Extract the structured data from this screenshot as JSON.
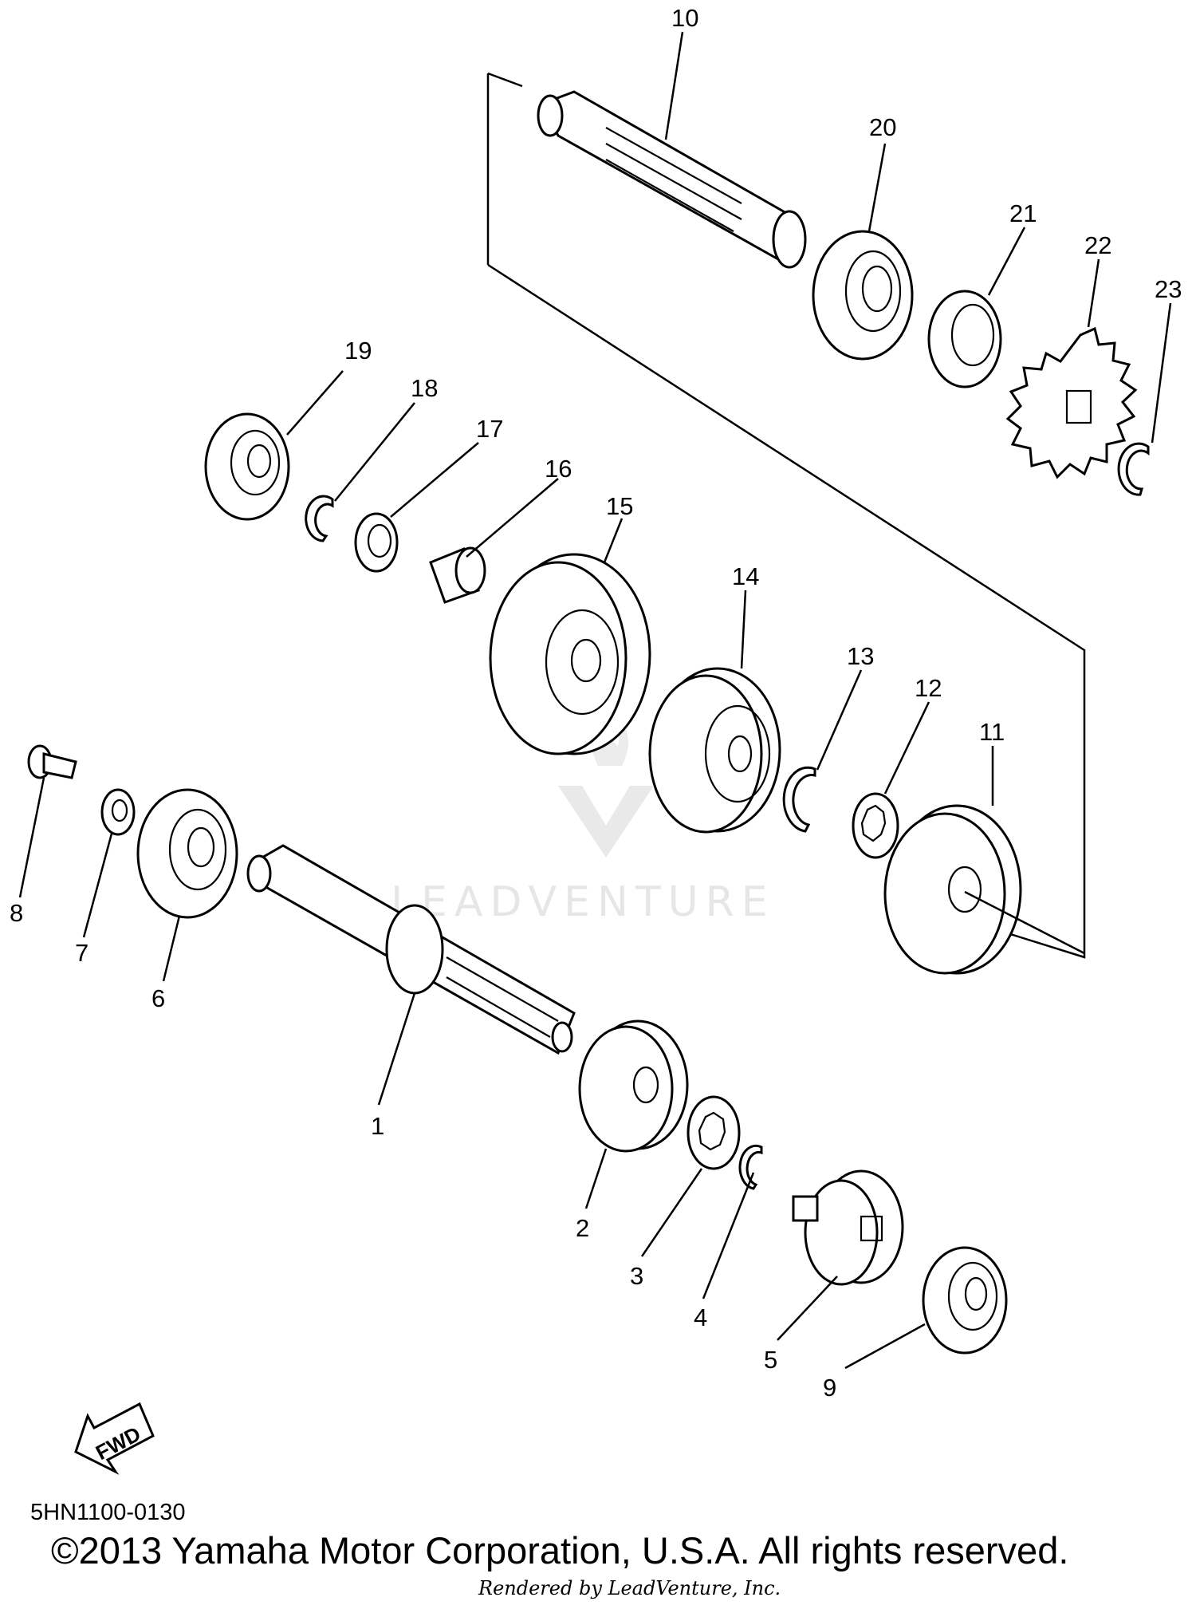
{
  "diagram": {
    "callouts": [
      {
        "id": 1,
        "label": "1"
      },
      {
        "id": 2,
        "label": "2"
      },
      {
        "id": 3,
        "label": "3"
      },
      {
        "id": 4,
        "label": "4"
      },
      {
        "id": 5,
        "label": "5"
      },
      {
        "id": 6,
        "label": "6"
      },
      {
        "id": 7,
        "label": "7"
      },
      {
        "id": 8,
        "label": "8"
      },
      {
        "id": 9,
        "label": "9"
      },
      {
        "id": 10,
        "label": "10"
      },
      {
        "id": 11,
        "label": "11"
      },
      {
        "id": 12,
        "label": "12"
      },
      {
        "id": 13,
        "label": "13"
      },
      {
        "id": 14,
        "label": "14"
      },
      {
        "id": 15,
        "label": "15"
      },
      {
        "id": 16,
        "label": "16"
      },
      {
        "id": 17,
        "label": "17"
      },
      {
        "id": 18,
        "label": "18"
      },
      {
        "id": 19,
        "label": "19"
      },
      {
        "id": 20,
        "label": "20"
      },
      {
        "id": 21,
        "label": "21"
      },
      {
        "id": 22,
        "label": "22"
      },
      {
        "id": 23,
        "label": "23"
      }
    ],
    "fwd_label": "FWD",
    "diagram_code": "5HN1100-0130",
    "watermark": "LEADVENTURE"
  },
  "footer": {
    "copyright": "©2013 Yamaha Motor Corporation, U.S.A. All rights reserved.",
    "rendered_by": "Rendered by LeadVenture, Inc."
  }
}
